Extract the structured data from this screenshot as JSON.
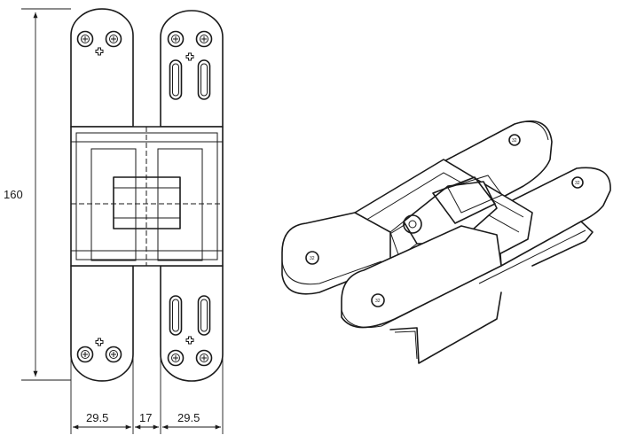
{
  "dimensions": {
    "height": "160",
    "left_leaf_width": "29.5",
    "gap": "17",
    "right_leaf_width": "29.5"
  },
  "brand_mark": "32"
}
